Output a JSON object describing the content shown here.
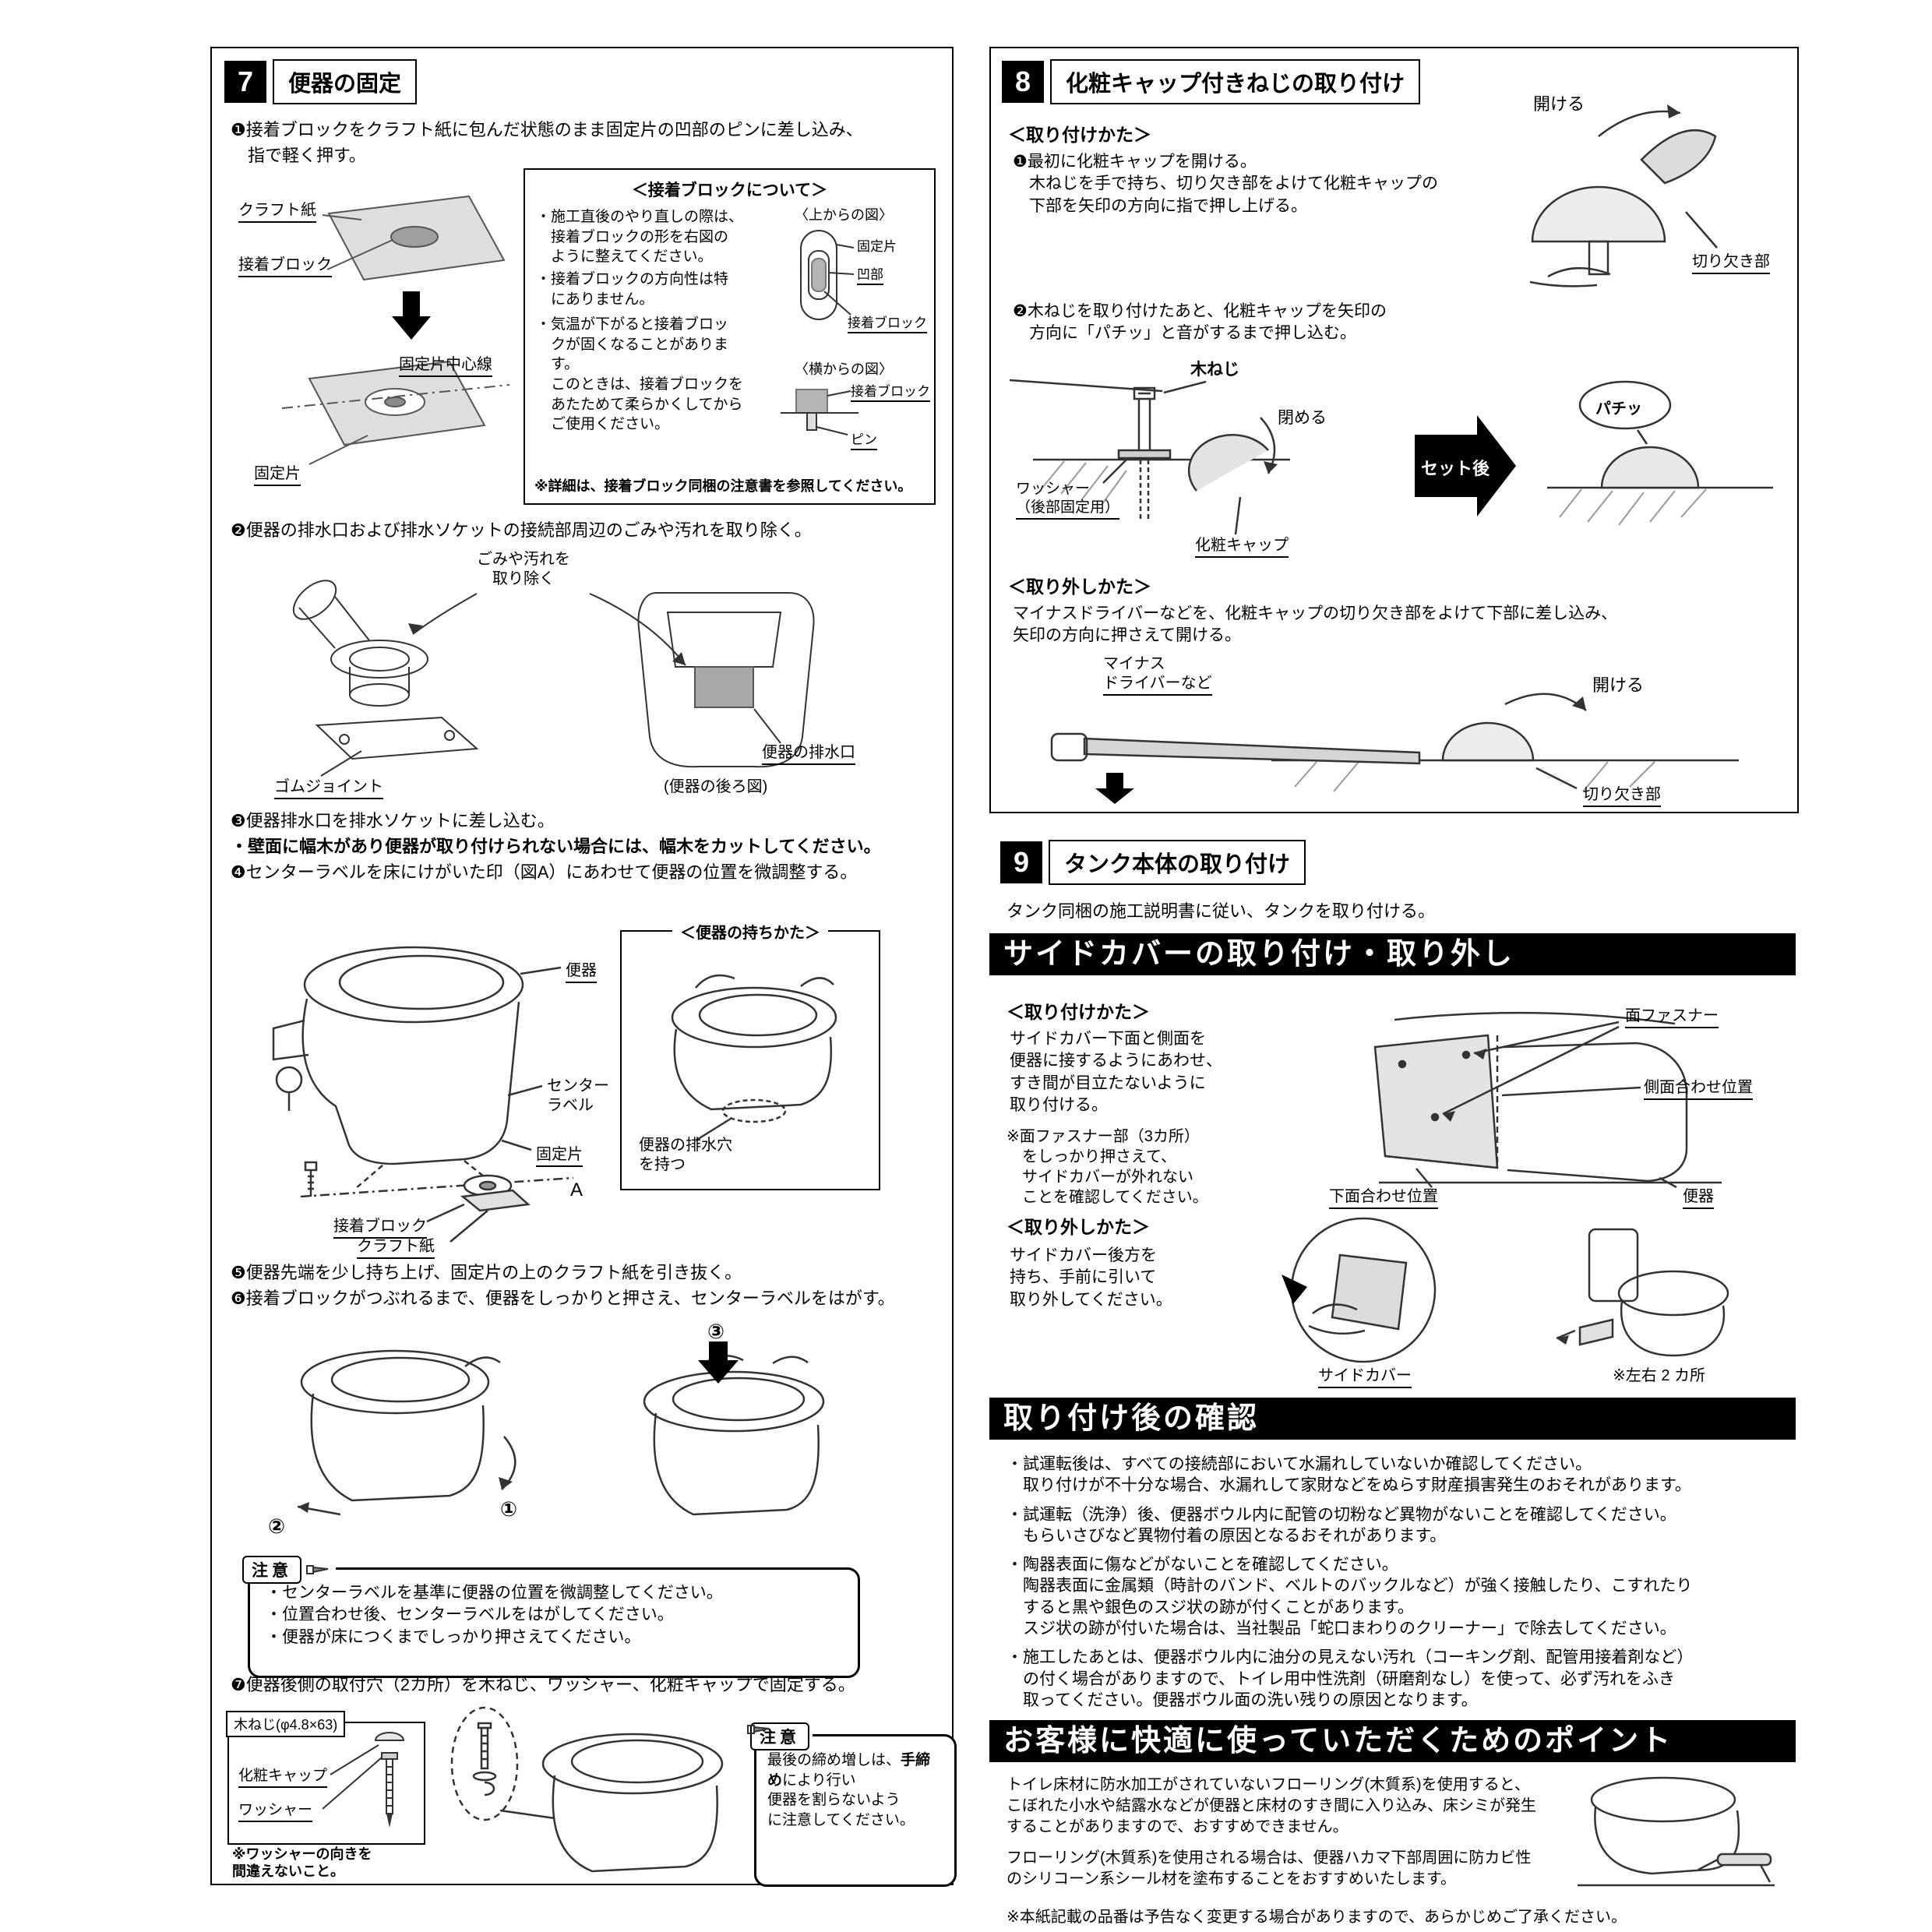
{
  "s7": {
    "num": "7",
    "title": "便器の固定",
    "step1": "❶接着ブロックをクラフト紙に包んだ状態のまま固定片の凹部のピンに差し込み、\n　指で軽く押す。",
    "d1": {
      "kraft": "クラフト紙",
      "block": "接着ブロック",
      "centerline": "固定片中心線",
      "fixpiece": "固定片"
    },
    "info": {
      "title": "＜接着ブロックについて＞",
      "b1": "・施工直後のやり直しの際は、\n　接着ブロックの形を右図の\n　ように整えてください。",
      "b2": "・接着ブロックの方向性は特\n　にありません。",
      "b3": "・気温が下がると接着ブロッ\n　クが固くなることがありま\n　す。\n　このときは、接着ブロックを\n　あたためて柔らかくしてから\n　ご使用ください。",
      "top_caption": "〈上からの図〉",
      "side_caption": "〈横からの図〉",
      "top_fixpiece": "固定片",
      "top_recess": "凹部",
      "top_block": "接着ブロック",
      "side_block": "接着ブロック",
      "side_pin": "ピン",
      "note": "※詳細は、接着ブロック同梱の注意書を参照してください。"
    },
    "step2": "❷便器の排水口および排水ソケットの接続部周辺のごみや汚れを取り除く。",
    "d2": {
      "remove": "ごみや汚れを\n取り除く",
      "rubber": "ゴムジョイント",
      "drain": "便器の排水口",
      "caption": "(便器の後ろ図)"
    },
    "step3": "❸便器排水口を排水ソケットに差し込む。",
    "step3b": "・壁面に幅木があり便器が取り付けられない場合には、幅木をカットしてください。",
    "step4": "❹センターラベルを床にけがいた印（図A）にあわせて便器の位置を微調整する。",
    "d3": {
      "toilet": "便器",
      "centerlabel": "センター\nラベル",
      "fixpiece": "固定片",
      "block": "接着ブロック",
      "kraft": "クラフト紙",
      "a": "A",
      "hold_title": "＜便器の持ちかた＞",
      "hold_label": "便器の排水穴\nを持つ"
    },
    "step5": "❺便器先端を少し持ち上げ、固定片の上のクラフト紙を引き抜く。",
    "step6": "❻接着ブロックがつぶれるまで、便器をしっかりと押さえ、センターラベルをはがす。",
    "d4": {
      "n1": "①",
      "n2": "②",
      "n3": "③"
    },
    "caution1": {
      "label": "注意",
      "b1": "・センターラベルを基準に便器の位置を微調整してください。",
      "b2": "・位置合わせ後、センターラベルをはがしてください。",
      "b3": "・便器が床につくまでしっかり押さえてください。"
    },
    "step7": "❼便器後側の取付穴（2カ所）を木ねじ、ワッシャー、化粧キャップで固定する。",
    "d5": {
      "screw": "木ねじ(φ4.8×63)",
      "cap": "化粧キャップ",
      "washer": "ワッシャー",
      "note": "※ワッシャーの向きを\n間違えないこと。"
    },
    "caution2": {
      "label": "注意",
      "pre": "最後の締め増しは、",
      "bold": "手締め",
      "post": "により行い\n便器を割らないよう\nに注意してください。"
    }
  },
  "s8": {
    "num": "8",
    "title": "化粧キャップ付きねじの取り付け",
    "attach": "＜取り付けかた＞",
    "step1": "❶最初に化粧キャップを開ける。\n　木ねじを手で持ち、切り欠き部をよけて化粧キャップの\n　下部を矢印の方向に指で押し上げる。",
    "open1": "開ける",
    "notch1": "切り欠き部",
    "step2": "❷木ねじを取り付けたあと、化粧キャップを矢印の\n　方向に「パチッ」と音がするまで押し込む。",
    "screw": "木ねじ",
    "close": "閉める",
    "washer": "ワッシャー\n（後部固定用）",
    "cap": "化粧キャップ",
    "set_after": "セット後",
    "click": "パチッ",
    "detach": "＜取り外しかた＞",
    "detach_text": "マイナスドライバーなどを、化粧キャップの切り欠き部をよけて下部に差し込み、\n矢印の方向に押さえて開ける。",
    "driver": "マイナス\nドライバーなど",
    "open2": "開ける",
    "notch2": "切り欠き部"
  },
  "s9": {
    "num": "9",
    "title": "タンク本体の取り付け",
    "text": "タンク同梱の施工説明書に従い、タンクを取り付ける。"
  },
  "sidecover": {
    "banner": "サイドカバーの取り付け・取り外し",
    "attach": "＜取り付けかた＞",
    "attach_text": "サイドカバー下面と側面を\n便器に接するようにあわせ、\nすき間が目立たないように\n取り付ける。",
    "note": "※面ファスナー部（3カ所）\n　をしっかり押さえて、\n　サイドカバーが外れない\n　ことを確認してください。",
    "fastener": "面ファスナー",
    "side_pos": "側面合わせ位置",
    "bottom_pos": "下面合わせ位置",
    "toilet": "便器",
    "detach": "＜取り外しかた＞",
    "detach_text": "サイドカバー後方を\n持ち、手前に引いて\n取り外してください。",
    "cover_label": "サイドカバー",
    "note2": "※左右 2 カ所"
  },
  "aftercheck": {
    "banner": "取り付け後の確認",
    "b1": "・試運転後は、すべての接続部において水漏れしていないか確認してください。\n　取り付けが不十分な場合、水漏れして家財などをぬらす財産損害発生のおそれがあります。",
    "b2": "・試運転（洗浄）後、便器ボウル内に配管の切粉など異物がないことを確認してください。\n　もらいさびなど異物付着の原因となるおそれがあります。",
    "b3": "・陶器表面に傷などがないことを確認してください。\n　陶器表面に金属類（時計のバンド、ベルトのバックルなど）が強く接触したり、こすれたり\n　すると黒や銀色のスジ状の跡が付くことがあります。\n　スジ状の跡が付いた場合は、当社製品「蛇口まわりのクリーナー」で除去してください。",
    "b4": "・施工したあとは、便器ボウル内に油分の見えない汚れ（コーキング剤、配管用接着剤など）\n　の付く場合がありますので、トイレ用中性洗剤（研磨剤なし）を使って、必ず汚れをふき\n　取ってください。便器ボウル面の洗い残りの原因となります。"
  },
  "comfort": {
    "banner": "お客様に快適に使っていただくためのポイント",
    "p1": "トイレ床材に防水加工がされていないフローリング(木質系)を使用すると、こぼれた小水や結露水などが便器と床材のすき間に入り込み、床シミが発生することがありますので、おすすめできません。",
    "p2": "フローリング(木質系)を使用される場合は、便器ハカマ下部周囲に防カビ性のシリコーン系シール材を塗布することをおすすめいたします。"
  },
  "footer": "※本紙記載の品番は予告なく変更する場合がありますので、あらかじめご了承ください。"
}
